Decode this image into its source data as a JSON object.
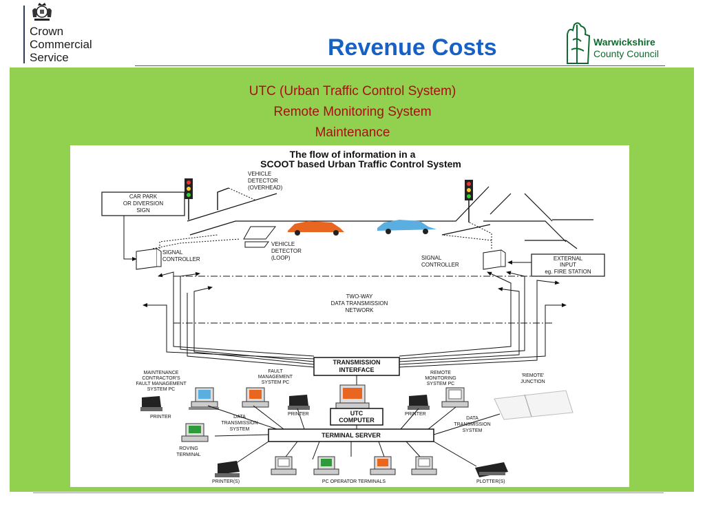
{
  "header": {
    "org_logo_lines": [
      "Crown",
      "Commercial",
      "Service"
    ],
    "title": "Revenue Costs",
    "council_logo_line1": "Warwickshire",
    "council_logo_line2": "County Council"
  },
  "subtitle": {
    "line1": "UTC (Urban Traffic Control System)",
    "line2": "Remote Monitoring System",
    "line3": "Maintenance"
  },
  "diagram": {
    "title_line1": "The flow of information in a",
    "title_line2": "SCOOT based Urban Traffic Control System",
    "car_park_sign": [
      "CAR PARK",
      "OR DIVERSION",
      "SIGN"
    ],
    "vehicle_detector_overhead": [
      "VEHICLE",
      "DETECTOR",
      "(OVERHEAD)"
    ],
    "vehicle_detector_loop": [
      "VEHICLE",
      "DETECTOR",
      "(LOOP)"
    ],
    "signal_controller_left": [
      "SIGNAL",
      "CONTROLLER"
    ],
    "signal_controller_right": [
      "SIGNAL",
      "CONTROLLER"
    ],
    "external_input": [
      "EXTERNAL",
      "INPUT",
      "eg. FIRE STATION"
    ],
    "network": [
      "TWO-WAY",
      "DATA TRANSMISSION",
      "NETWORK"
    ],
    "transmission_interface": [
      "TRANSMISSION",
      "INTERFACE"
    ],
    "maintenance_pc": [
      "MAINTENANCE",
      "CONTRACTOR'S",
      "FAULT MANAGEMENT",
      "SYSTEM PC"
    ],
    "fault_pc": [
      "FAULT",
      "MANAGEMENT",
      "SYSTEM PC"
    ],
    "remote_pc": [
      "REMOTE",
      "MONITORING",
      "SYSTEM PC"
    ],
    "remote_junction": [
      "'REMOTE'",
      "JUNCTION"
    ],
    "printer_1": "PRINTER",
    "printer_2": "PRINTER",
    "printer_3": "PRINTER",
    "data_tx_left": [
      "DATA",
      "TRANSMISSION",
      "SYSTEM"
    ],
    "data_tx_right": [
      "DATA",
      "TRANSMISSION",
      "SYSTEM"
    ],
    "utc_computer": [
      "UTC",
      "COMPUTER"
    ],
    "roving_terminal": [
      "ROVING",
      "TERMINAL"
    ],
    "terminal_server": "TERMINAL SERVER",
    "printers": "PRINTER(S)",
    "pc_operator_terminals": "PC OPERATOR TERMINALS",
    "plotters": "PLOTTER(S)"
  },
  "colors": {
    "title_blue": "#1760c4",
    "panel_green": "#92d050",
    "subtitle_red": "#a61010",
    "council_green": "#0c6a2c",
    "car_orange": "#e8661f",
    "car_blue": "#5aaee0"
  }
}
